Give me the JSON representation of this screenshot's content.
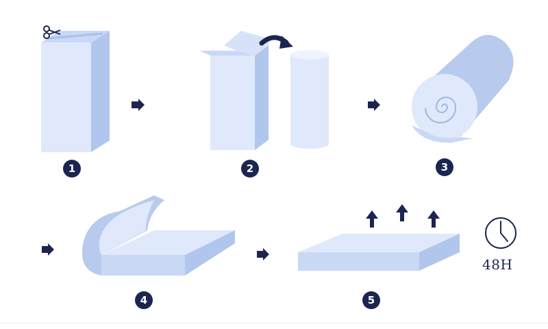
{
  "steps": [
    {
      "number": "1",
      "illustration": "box-being-cut-open-icon"
    },
    {
      "number": "2",
      "illustration": "roll-taken-out-of-box-icon"
    },
    {
      "number": "3",
      "illustration": "rolled-mattress-icon"
    },
    {
      "number": "4",
      "illustration": "mattress-unrolling-icon"
    },
    {
      "number": "5",
      "illustration": "mattress-expanding-icon"
    }
  ],
  "duration": "48H",
  "icons": {
    "cut": "scissors-icon",
    "remove": "curved-arrow-icon",
    "next": "right-arrow-icon",
    "expand": "up-arrow-icon",
    "time": "clock-icon"
  },
  "colors": {
    "navy": "#1b2550",
    "light_blue": "#dde8fb",
    "mid_blue": "#c3d4f4",
    "dark_blue": "#a9c0ea",
    "background": "#ffffff"
  }
}
